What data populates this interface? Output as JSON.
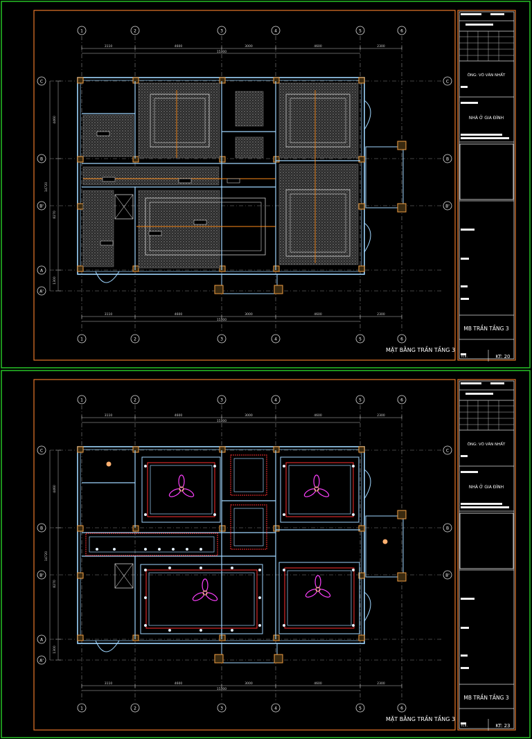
{
  "sheets": [
    {
      "id": "top",
      "drawing_title": "MẶT BẰNG TRẦN TẦNG 3",
      "owner": "ÔNG: VÕ VĂN NHẤT",
      "project": "NHÀ Ở GIA ĐÌNH",
      "sheet_name": "MB TRẦN TẦNG 3",
      "sheet_code": "KT: 20",
      "ref_label": "II.II."
    },
    {
      "id": "bottom",
      "drawing_title": "MẶT BẰNG TRẦN TẦNG 3",
      "owner": "ÔNG: VÕ VĂN NHẤT",
      "project": "NHÀ Ở GIA ĐÌNH",
      "sheet_name": "MB TRẦN TẦNG 3",
      "sheet_code": "KT: 23",
      "ref_label": "II.II."
    }
  ],
  "grid": {
    "columns": [
      "1",
      "2",
      "3",
      "4",
      "5",
      "6"
    ],
    "rows": [
      "C",
      "B",
      "B'",
      "A",
      "A'"
    ]
  },
  "dimensions": {
    "top_segments": [
      "3110",
      "4600",
      "3000",
      "4600",
      "2300"
    ],
    "overall": "15300",
    "left_segments": [
      "4460",
      "8270",
      "1300"
    ],
    "left_total": "14720"
  },
  "colors": {
    "frame": "#e8782a",
    "grid_line": "#8a8a8a",
    "wall": "#9fd6ff",
    "column": "#f3a043",
    "ceiling_red": "#ff3030",
    "fan": "#ff40ff",
    "lamp": "#ffb070",
    "green_border": "#27c227",
    "dim_line": "#c0c0c0"
  }
}
